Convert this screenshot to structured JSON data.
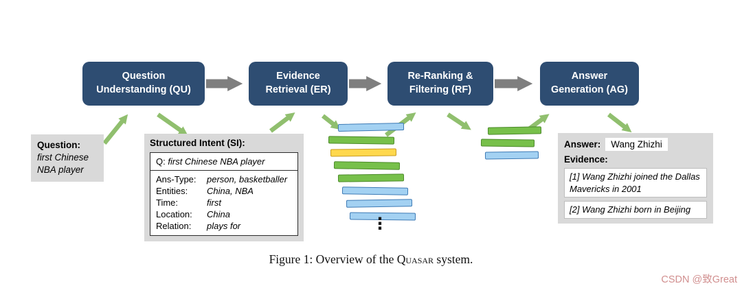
{
  "stages": [
    {
      "label": "Question Understanding (QU)"
    },
    {
      "label": "Evidence Retrieval (ER)"
    },
    {
      "label": "Re-Ranking & Filtering (RF)"
    },
    {
      "label": "Answer Generation (AG)"
    }
  ],
  "question_box": {
    "label": "Question:",
    "text": "first Chinese NBA player"
  },
  "structured_intent": {
    "title": "Structured Intent (SI):",
    "query": {
      "key": "Q:",
      "value": "first Chinese NBA player"
    },
    "rows": [
      {
        "key": "Ans-Type:",
        "value": "person, basketballer"
      },
      {
        "key": "Entities:",
        "value": "China, NBA"
      },
      {
        "key": "Time:",
        "value": "first"
      },
      {
        "key": "Location:",
        "value": "China"
      },
      {
        "key": "Relation:",
        "value": "plays for"
      }
    ]
  },
  "evidence_stacks": {
    "stack1": [
      "blue",
      "green",
      "yellow",
      "green",
      "green",
      "blue",
      "blue",
      "blue"
    ],
    "stack2": [
      "green",
      "green",
      "blue"
    ],
    "ellipsis": "⋮"
  },
  "answer_box": {
    "answer_label": "Answer:",
    "answer_value": "Wang Zhizhi",
    "evidence_label": "Evidence:",
    "evidence_items": [
      "[1] Wang Zhizhi joined the Dallas Mavericks in 2001",
      "[2] Wang Zhizhi born in Beijing"
    ]
  },
  "caption": {
    "prefix": "Figure 1: Overview of the ",
    "system_name": "Quasar",
    "suffix": " system."
  },
  "watermark": "CSDN @致Great",
  "colors": {
    "stage_bg": "#2e4d72",
    "stage_text": "#ffffff",
    "gray_box": "#d9d9d9",
    "pipeline_arrow": "#7f7f7f",
    "green_arrow": "#90bf6e",
    "bar_blue_fill": "#a3d1f2",
    "bar_blue_border": "#3d7ab5",
    "bar_green_fill": "#77c04a",
    "bar_green_border": "#4c8a2a",
    "bar_yellow_fill": "#ffd84d",
    "bar_yellow_border": "#c79b22"
  }
}
